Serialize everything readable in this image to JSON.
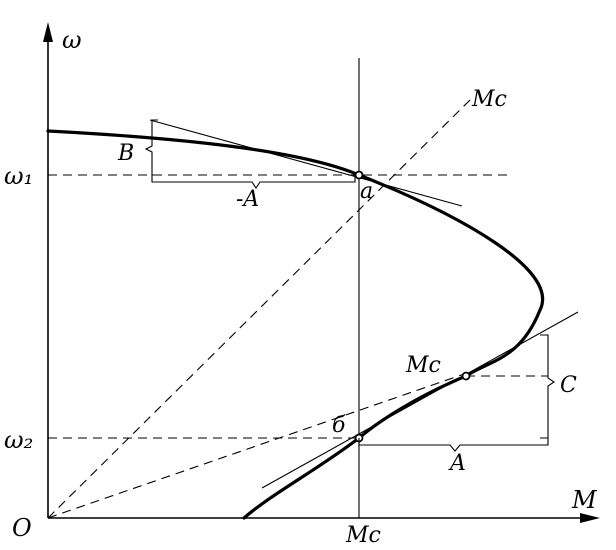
{
  "labels": {
    "y_axis": "ω",
    "x_axis": "M",
    "origin": "O",
    "omega1": "ω₁",
    "omega2": "ω₂",
    "mc_top": "Mc",
    "mc_mid": "Mc",
    "mc_axis": "Mc",
    "point_a": "a",
    "point_b": "б",
    "bracket_B": "B",
    "bracket_minusA": "-A",
    "bracket_C": "C",
    "bracket_A": "A"
  }
}
